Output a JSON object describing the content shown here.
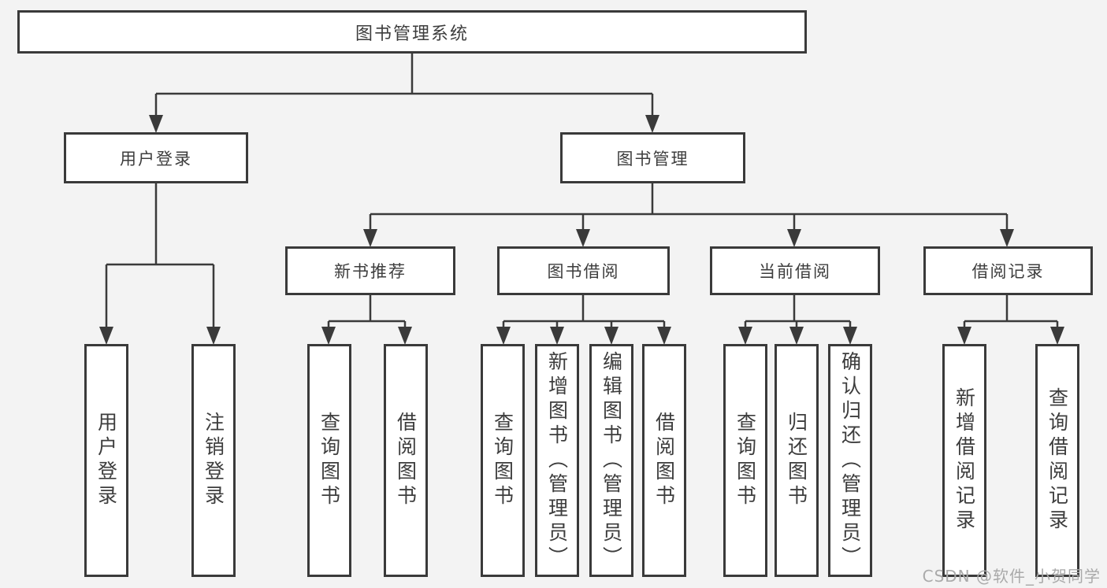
{
  "tree": {
    "root": {
      "label": "图书管理系统"
    },
    "login_branch": {
      "label": "用户登录",
      "leaves": [
        {
          "label": "用户登录"
        },
        {
          "label": "注销登录"
        }
      ]
    },
    "manage_branch": {
      "label": "图书管理",
      "groups": [
        {
          "label": "新书推荐",
          "leaves": [
            {
              "label": "查询图书"
            },
            {
              "label": "借阅图书"
            }
          ]
        },
        {
          "label": "图书借阅",
          "leaves": [
            {
              "label": "查询图书"
            },
            {
              "label": "新增图书（管理员）"
            },
            {
              "label": "编辑图书（管理员）"
            },
            {
              "label": "借阅图书"
            }
          ]
        },
        {
          "label": "当前借阅",
          "leaves": [
            {
              "label": "查询图书"
            },
            {
              "label": "归还图书"
            },
            {
              "label": "确认归还（管理员）"
            }
          ]
        },
        {
          "label": "借阅记录",
          "leaves": [
            {
              "label": "新增借阅记录"
            },
            {
              "label": "查询借阅记录"
            }
          ]
        }
      ]
    }
  },
  "watermark": {
    "text": "CSDN @软件_小贺同学"
  },
  "colors": {
    "line": "#3a3a3a",
    "box_border": "#3a3a3a",
    "box_fill": "#ffffff",
    "text": "#3d3d3d",
    "background": "#f3f3f3",
    "watermark": "#aaaaaa"
  }
}
